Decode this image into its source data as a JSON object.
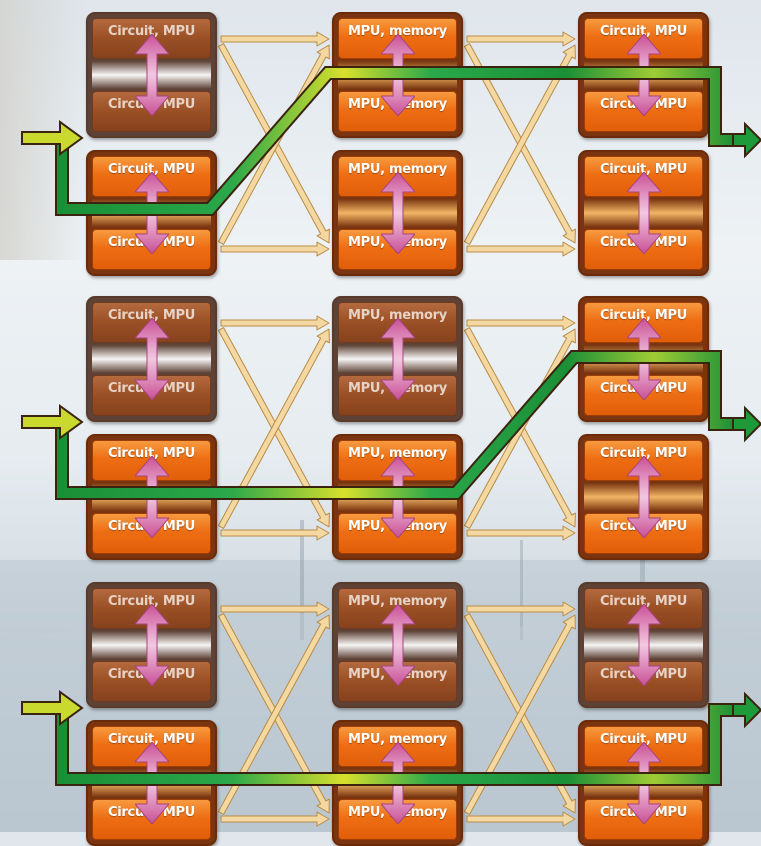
{
  "colors": {
    "module_orange": "#ee6e14",
    "module_border": "#9e3d06",
    "faded_module": "#9a4f25",
    "transfer_arrow": "#f3d8a2",
    "path_green": "#1e9a3a",
    "path_yellow": "#e8e22a",
    "link_arrow_pink": "#d77bb0"
  },
  "icons": {
    "input": "block-arrow-right-icon",
    "output": "block-arrow-right-icon",
    "internal_link": "double-headed-arrow-icon",
    "transfer": "arrow-right-icon"
  },
  "diagrams": [
    {
      "units": [
        {
          "col": 0,
          "row": 0,
          "top": "Circuit, MPU",
          "bottom": "Circuit, MPU",
          "faded": true
        },
        {
          "col": 1,
          "row": 0,
          "top": "MPU, memory",
          "bottom": "MPU, memory",
          "faded": false
        },
        {
          "col": 2,
          "row": 0,
          "top": "Circuit, MPU",
          "bottom": "Circuit, MPU",
          "faded": false
        },
        {
          "col": 0,
          "row": 1,
          "top": "Circuit, MPU",
          "bottom": "Circuit, MPU",
          "faded": false
        },
        {
          "col": 1,
          "row": 1,
          "top": "MPU, memory",
          "bottom": "MPU, memory",
          "faded": false
        },
        {
          "col": 2,
          "row": 1,
          "top": "Circuit, MPU",
          "bottom": "Circuit, MPU",
          "faded": false
        }
      ],
      "path_route": [
        1,
        0,
        0
      ]
    },
    {
      "units": [
        {
          "col": 0,
          "row": 0,
          "top": "Circuit, MPU",
          "bottom": "Circuit, MPU",
          "faded": true
        },
        {
          "col": 1,
          "row": 0,
          "top": "MPU, memory",
          "bottom": "MPU, memory",
          "faded": true
        },
        {
          "col": 2,
          "row": 0,
          "top": "Circuit, MPU",
          "bottom": "Circuit, MPU",
          "faded": false
        },
        {
          "col": 0,
          "row": 1,
          "top": "Circuit, MPU",
          "bottom": "Circuit, MPU",
          "faded": false
        },
        {
          "col": 1,
          "row": 1,
          "top": "MPU, memory",
          "bottom": "MPU, memory",
          "faded": false
        },
        {
          "col": 2,
          "row": 1,
          "top": "Circuit, MPU",
          "bottom": "Circuit, MPU",
          "faded": false
        }
      ],
      "path_route": [
        1,
        1,
        0
      ]
    },
    {
      "units": [
        {
          "col": 0,
          "row": 0,
          "top": "Circuit, MPU",
          "bottom": "Circuit, MPU",
          "faded": true
        },
        {
          "col": 1,
          "row": 0,
          "top": "MPU, memory",
          "bottom": "MPU, memory",
          "faded": true
        },
        {
          "col": 2,
          "row": 0,
          "top": "Circuit, MPU",
          "bottom": "Circuit, MPU",
          "faded": true
        },
        {
          "col": 0,
          "row": 1,
          "top": "Circuit, MPU",
          "bottom": "Circuit, MPU",
          "faded": false
        },
        {
          "col": 1,
          "row": 1,
          "top": "MPU, memory",
          "bottom": "MPU, memory",
          "faded": false
        },
        {
          "col": 2,
          "row": 1,
          "top": "Circuit, MPU",
          "bottom": "Circuit, MPU",
          "faded": false
        }
      ],
      "path_route": [
        1,
        1,
        1
      ]
    }
  ]
}
